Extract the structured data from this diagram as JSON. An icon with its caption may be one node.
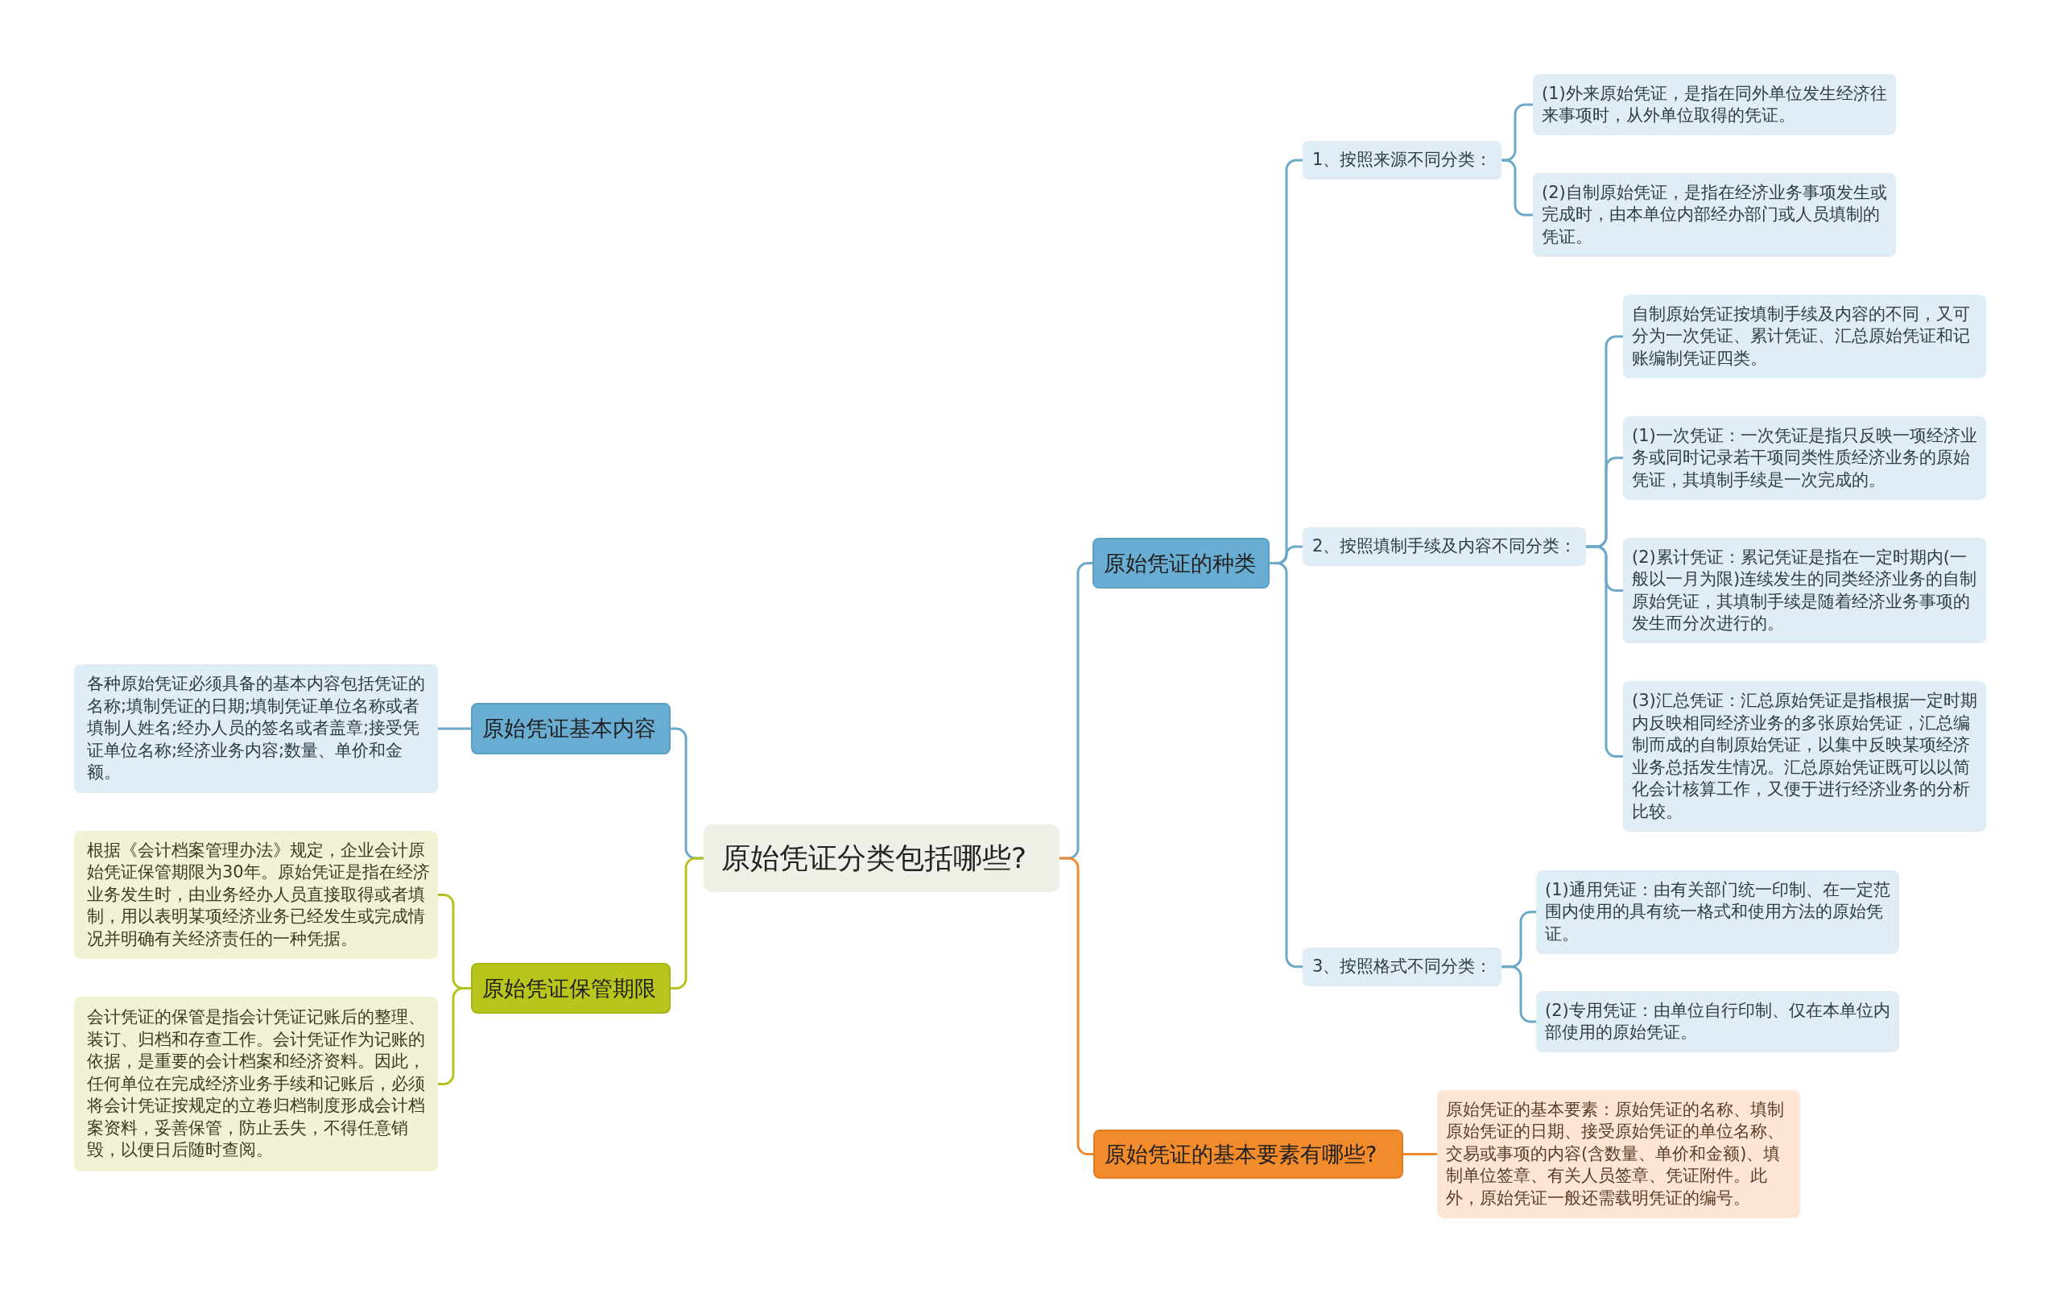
{
  "diagram": {
    "nodes": [
      {
        "text": [
          "原始凭证分类包括哪些?"
        ]
      },
      {
        "text": [
          "原始凭证的种类"
        ]
      },
      {
        "text": [
          "1、按照来源不同分类："
        ]
      },
      {
        "text": [
          "(1)外来原始凭证，是指在同外单位发生经济往来事项时，从外单位取得的凭证。"
        ]
      },
      {
        "text": [
          "(2)自制原始凭证，是指在经济业务事项发生或完成时，由本单位内部经办部门或人员填制的凭证。"
        ]
      },
      {
        "text": [
          "2、按照填制手续及内容不同分类："
        ]
      },
      {
        "text": [
          "自制原始凭证按填制手续及内容的不同，又可分为一次凭证、累计凭证、汇总原始凭证和记账编制凭证四类。"
        ]
      },
      {
        "text": [
          "(1)一次凭证：一次凭证是指只反映一项经济业务或同时记录若干项同类性质经济业务的原始凭证，其填制手续是一次完成的。"
        ]
      },
      {
        "text": [
          "(2)累计凭证：累记凭证是指在一定时期内(一般以一月为限)连续发生的同类经济业务的自制原始凭证，其填制手续是随着经济业务事项的发生而分次进行的。"
        ]
      },
      {
        "text": [
          "(3)汇总凭证：汇总原始凭证是指根据一定时期内反映相同经济业务的多张原始凭证，汇总编制而成的自制原始凭证，以集中反映某项经济业务总括发生情况。汇总原始凭证既可以以简化会计核算工作，又便于进行经济业务的分析比较。"
        ]
      },
      {
        "text": [
          "3、按照格式不同分类："
        ]
      },
      {
        "text": [
          "(1)通用凭证：由有关部门统一印制、在一定范围内使用的具有统一格式和使用方法的原始凭证。"
        ]
      },
      {
        "text": [
          "(2)专用凭证：由单位自行印制、仅在本单位内部使用的原始凭证。"
        ]
      },
      {
        "text": [
          "原始凭证的基本要素有哪些?"
        ]
      },
      {
        "text": [
          "原始凭证的基本要素：原始凭证的名称、填制原始凭证的日期、接受原始凭证的单位名称、交易或事项的内容(含数量、单价和金额)、填制单位签章、有关人员签章、凭证附件。此外，原始凭证一般还需载明凭证的编号。"
        ]
      },
      {
        "text": [
          "原始凭证基本内容"
        ]
      },
      {
        "text": [
          "各种原始凭证必须具备的基本内容包括凭证的名称;填制凭证的日期;填制凭证单位名称或者填制人姓名;经办人员的签名或者盖章;接受凭证单位名称;经济业务内容;数量、单价和金额。"
        ]
      },
      {
        "text": [
          "原始凭证保管期限"
        ]
      },
      {
        "text": [
          "根据《会计档案管理办法》规定，企业会计原始凭证保管期限为30年。原始凭证是指在经济业务发生时，由业务经办人员直接取得或者填制，用以表明某项经济业务已经发生或完成情况并明确有关经济责任的一种凭据。"
        ]
      },
      {
        "text": [
          "会计凭证的保管是指会计凭证记账后的整理、装订、归档和存查工作。会计凭证作为记账的依据，是重要的会计档案和经济资料。因此，任何单位在完成经济业务手续和记账后，必须将会计凭证按规定的立卷归档制度形成会计档案资料，妥善保管，防止丢失，不得任意销毁，以便日后随时查阅。"
        ]
      }
    ],
    "edges": [
      {
        "from": 0,
        "to": 1,
        "arrow": "none"
      },
      {
        "from": 1,
        "to": 2,
        "arrow": "none"
      },
      {
        "from": 2,
        "to": 3,
        "arrow": "none"
      },
      {
        "from": 2,
        "to": 4,
        "arrow": "none"
      },
      {
        "from": 1,
        "to": 5,
        "arrow": "none"
      },
      {
        "from": 5,
        "to": 6,
        "arrow": "none"
      },
      {
        "from": 5,
        "to": 7,
        "arrow": "none"
      },
      {
        "from": 5,
        "to": 8,
        "arrow": "none"
      },
      {
        "from": 5,
        "to": 9,
        "arrow": "none"
      },
      {
        "from": 1,
        "to": 10,
        "arrow": "none"
      },
      {
        "from": 10,
        "to": 11,
        "arrow": "none"
      },
      {
        "from": 10,
        "to": 12,
        "arrow": "none"
      },
      {
        "from": 0,
        "to": 13,
        "arrow": "none",
        "color": "#ee8a2f"
      },
      {
        "from": 13,
        "to": 14,
        "arrow": "none",
        "color": "#ee8a2f"
      },
      {
        "from": 0,
        "to": 15,
        "arrow": "none"
      },
      {
        "from": 15,
        "to": 16,
        "arrow": "none"
      },
      {
        "from": 0,
        "to": 17,
        "arrow": "none",
        "color": "#b5c11f"
      },
      {
        "from": 17,
        "to": 18,
        "arrow": "none",
        "color": "#b5c11f"
      },
      {
        "from": 17,
        "to": 19,
        "arrow": "none",
        "color": "#b5c11f"
      }
    ]
  }
}
